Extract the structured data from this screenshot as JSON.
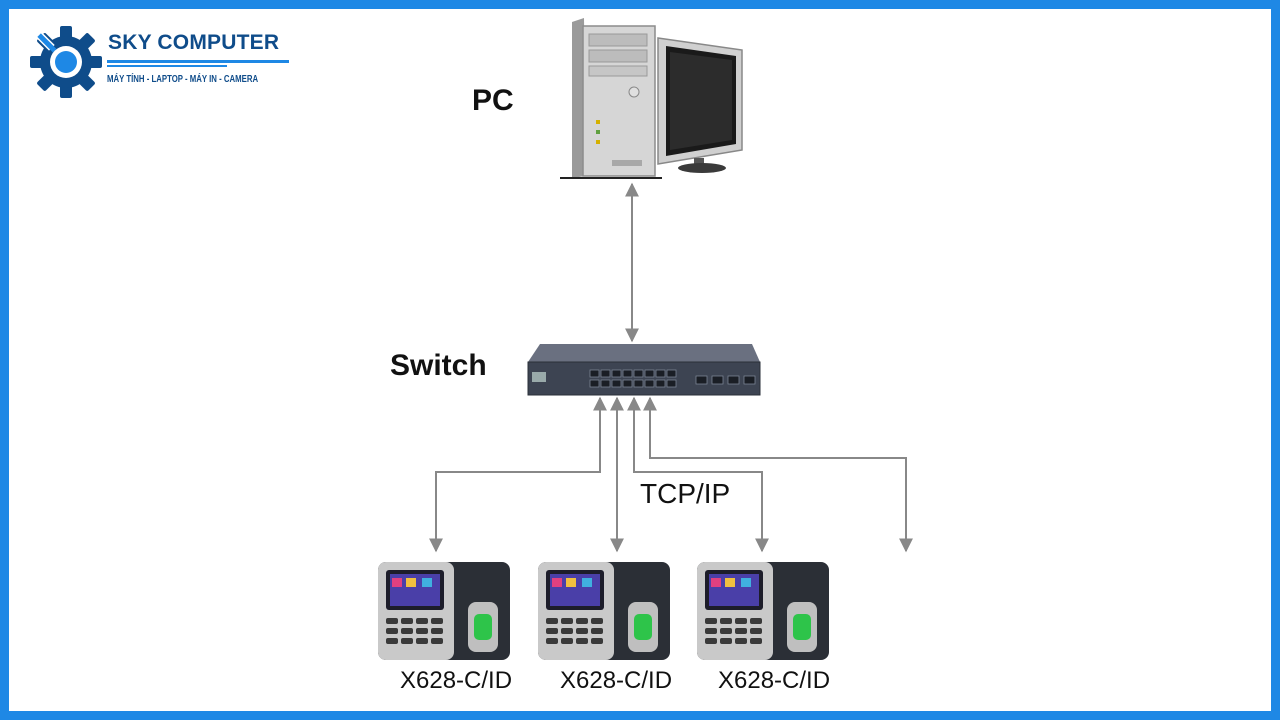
{
  "logo": {
    "title": "SKY COMPUTER",
    "subtitle": "MÁY TÍNH - LAPTOP - MÁY IN - CAMERA",
    "brand_color": "#0f4c8a",
    "accent_color": "#1e88e5"
  },
  "diagram": {
    "pc_label": "PC",
    "switch_label": "Switch",
    "link_label": "TCP/IP",
    "devices": [
      {
        "label": "X628-C/ID"
      },
      {
        "label": "X628-C/ID"
      },
      {
        "label": "X628-C/ID"
      }
    ],
    "connector_color": "#888888",
    "frame_color": "#1e88e5"
  }
}
